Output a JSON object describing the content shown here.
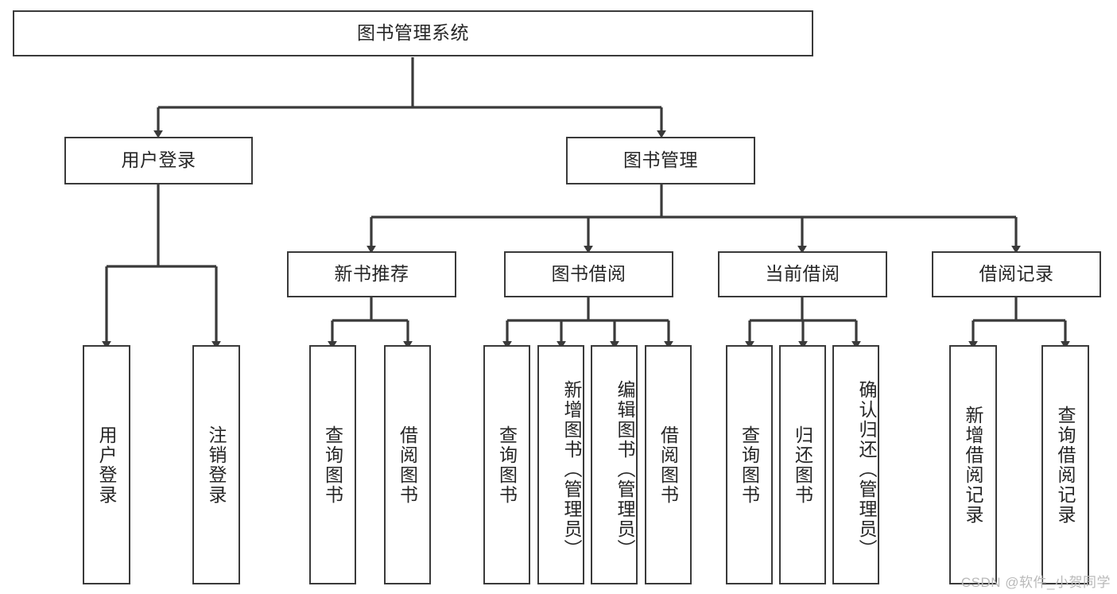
{
  "diagram": {
    "type": "tree",
    "title": "图书管理系统",
    "root": {
      "id": "root",
      "label": "图书管理系统",
      "orientation": "horizontal"
    },
    "level1": [
      {
        "id": "user-login",
        "label": "用户登录",
        "orientation": "horizontal"
      },
      {
        "id": "book-manage",
        "label": "图书管理",
        "orientation": "horizontal"
      }
    ],
    "level2": [
      {
        "id": "new-book-rec",
        "label": "新书推荐",
        "orientation": "horizontal",
        "parent": "book-manage"
      },
      {
        "id": "book-borrow",
        "label": "图书借阅",
        "orientation": "horizontal",
        "parent": "book-manage"
      },
      {
        "id": "current-borrow",
        "label": "当前借阅",
        "orientation": "horizontal",
        "parent": "book-manage"
      },
      {
        "id": "borrow-record",
        "label": "借阅记录",
        "orientation": "horizontal",
        "parent": "book-manage"
      }
    ],
    "leaves": [
      {
        "id": "leaf-user-login",
        "label": "用户登录",
        "parent": "user-login",
        "orientation": "vertical"
      },
      {
        "id": "leaf-logout",
        "label": "注销登录",
        "parent": "user-login",
        "orientation": "vertical"
      },
      {
        "id": "leaf-query-book-1",
        "label": "查询图书",
        "parent": "new-book-rec",
        "orientation": "vertical"
      },
      {
        "id": "leaf-borrow-book-1",
        "label": "借阅图书",
        "parent": "new-book-rec",
        "orientation": "vertical"
      },
      {
        "id": "leaf-query-book-2",
        "label": "查询图书",
        "parent": "book-borrow",
        "orientation": "vertical"
      },
      {
        "id": "leaf-add-book",
        "label": "新增图书（管理员）",
        "parent": "book-borrow",
        "orientation": "vertical"
      },
      {
        "id": "leaf-edit-book",
        "label": "编辑图书（管理员）",
        "parent": "book-borrow",
        "orientation": "vertical"
      },
      {
        "id": "leaf-borrow-book-2",
        "label": "借阅图书",
        "parent": "book-borrow",
        "orientation": "vertical"
      },
      {
        "id": "leaf-query-book-3",
        "label": "查询图书",
        "parent": "current-borrow",
        "orientation": "vertical"
      },
      {
        "id": "leaf-return-book",
        "label": "归还图书",
        "parent": "current-borrow",
        "orientation": "vertical"
      },
      {
        "id": "leaf-confirm-return",
        "label": "确认归还（管理员）",
        "parent": "current-borrow",
        "orientation": "vertical"
      },
      {
        "id": "leaf-add-record",
        "label": "新增借阅记录",
        "parent": "borrow-record",
        "orientation": "vertical"
      },
      {
        "id": "leaf-query-record",
        "label": "查询借阅记录",
        "parent": "borrow-record",
        "orientation": "vertical"
      }
    ],
    "colors": {
      "stroke": "#3a3a3a",
      "fill": "#ffffff",
      "text": "#262626",
      "watermark": "#b9b9b9"
    }
  },
  "watermark": {
    "text": "CSDN @软件_小贺同学"
  }
}
